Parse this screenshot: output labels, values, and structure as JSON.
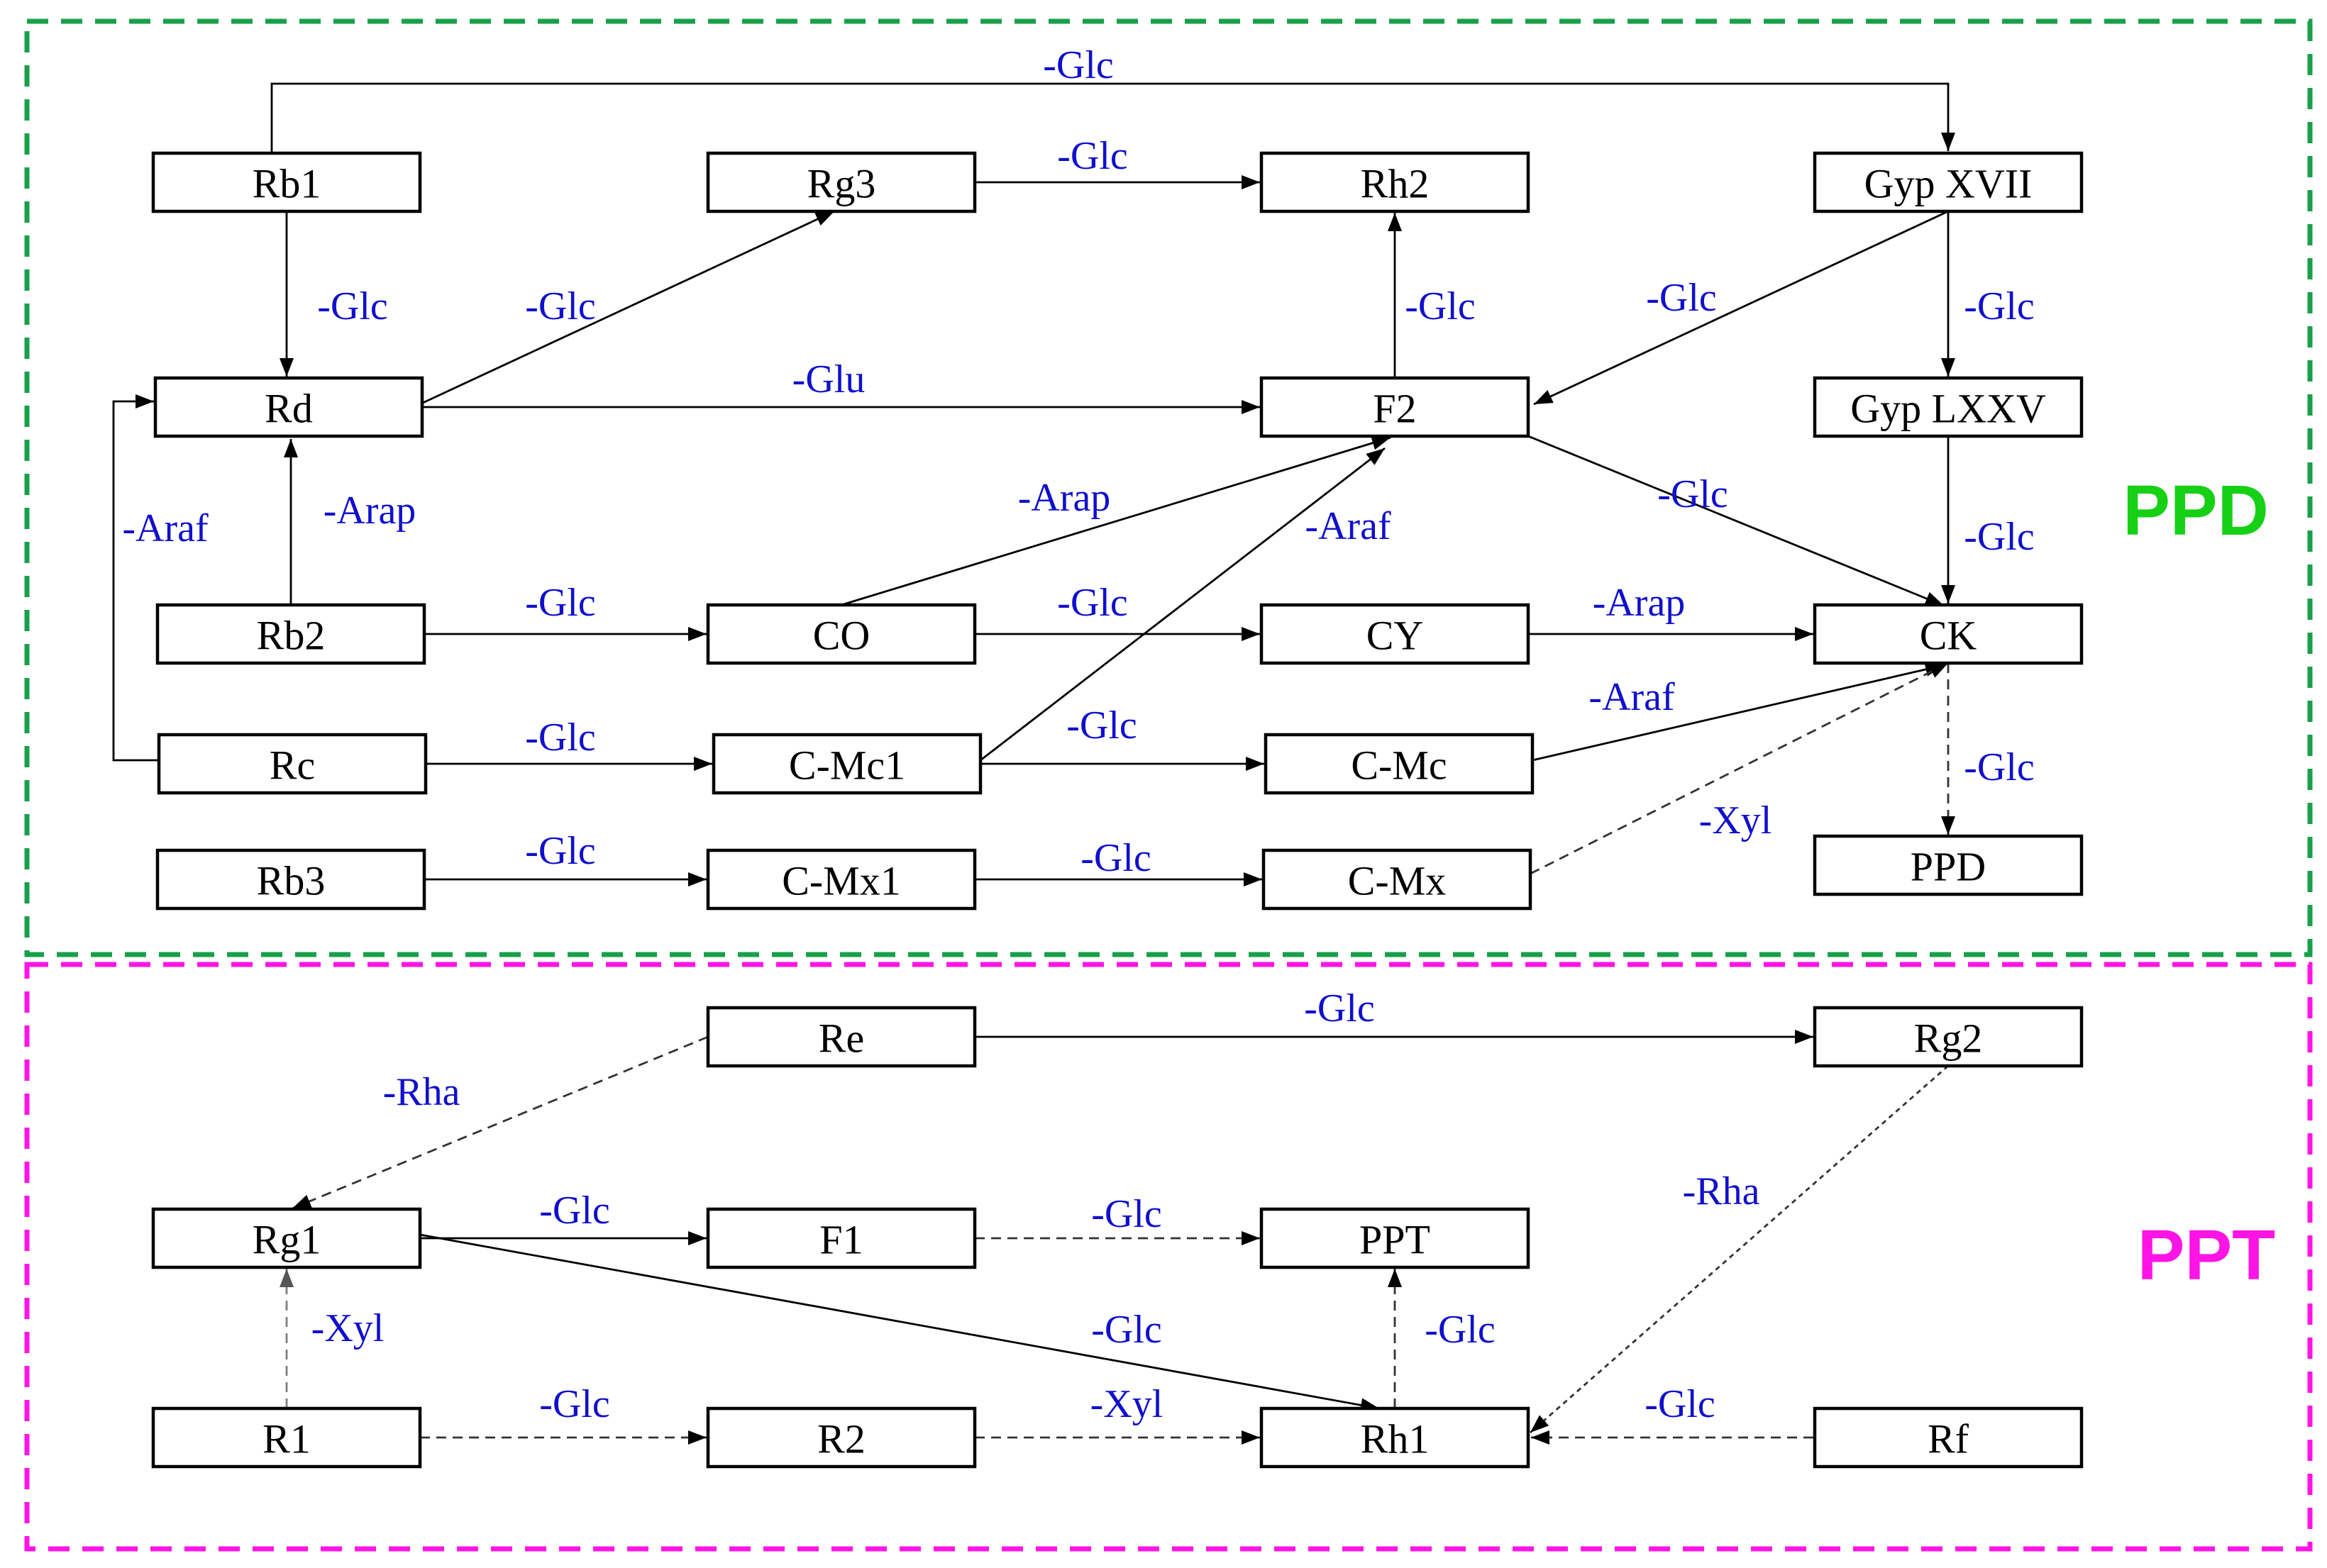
{
  "colors": {
    "ppd_frame": "#18a04a",
    "ppt_frame": "#ff14e6",
    "ppd_label": "#16d016",
    "ppt_label": "#ff14e6",
    "edge_label": "#1010cc",
    "edge_solid": "#000000",
    "edge_dashed": "#333333",
    "edge_dashed_light": "#808080"
  },
  "regions": [
    {
      "id": "ppd",
      "label": "PPD"
    },
    {
      "id": "ppt",
      "label": "PPT"
    }
  ],
  "nodes": [
    {
      "id": "Rb1",
      "label": "Rb1"
    },
    {
      "id": "Rg3",
      "label": "Rg3"
    },
    {
      "id": "Rh2",
      "label": "Rh2"
    },
    {
      "id": "GypXVII",
      "label": "Gyp XVII"
    },
    {
      "id": "Rd",
      "label": "Rd"
    },
    {
      "id": "F2",
      "label": "F2"
    },
    {
      "id": "GypLXXV",
      "label": "Gyp LXXV"
    },
    {
      "id": "Rb2",
      "label": "Rb2"
    },
    {
      "id": "CO",
      "label": "CO"
    },
    {
      "id": "CY",
      "label": "CY"
    },
    {
      "id": "CK",
      "label": "CK"
    },
    {
      "id": "Rc",
      "label": "Rc"
    },
    {
      "id": "CMc1",
      "label": "C-Mc1"
    },
    {
      "id": "CMc",
      "label": "C-Mc"
    },
    {
      "id": "Rb3",
      "label": "Rb3"
    },
    {
      "id": "CMx1",
      "label": "C-Mx1"
    },
    {
      "id": "CMx",
      "label": "C-Mx"
    },
    {
      "id": "PPD",
      "label": "PPD"
    },
    {
      "id": "Re",
      "label": "Re"
    },
    {
      "id": "Rg2",
      "label": "Rg2"
    },
    {
      "id": "Rg1",
      "label": "Rg1"
    },
    {
      "id": "F1",
      "label": "F1"
    },
    {
      "id": "PPT",
      "label": "PPT"
    },
    {
      "id": "R1",
      "label": "R1"
    },
    {
      "id": "R2",
      "label": "R2"
    },
    {
      "id": "Rh1",
      "label": "Rh1"
    },
    {
      "id": "Rf",
      "label": "Rf"
    }
  ],
  "edges": [
    {
      "id": "rb1-gypxvii",
      "from": "Rb1",
      "to": "GypXVII",
      "label": "-Glc",
      "style": "solid"
    },
    {
      "id": "rg3-rh2",
      "from": "Rg3",
      "to": "Rh2",
      "label": "-Glc",
      "style": "solid"
    },
    {
      "id": "rb1-rd",
      "from": "Rb1",
      "to": "Rd",
      "label": "-Glc",
      "style": "solid"
    },
    {
      "id": "rd-rg3",
      "from": "Rd",
      "to": "Rg3",
      "label": "-Glc",
      "style": "solid"
    },
    {
      "id": "f2-rh2",
      "from": "F2",
      "to": "Rh2",
      "label": "-Glc",
      "style": "solid"
    },
    {
      "id": "gypxvii-f2",
      "from": "GypXVII",
      "to": "F2",
      "label": "-Glc",
      "style": "solid"
    },
    {
      "id": "gypxvii-gyplxxv",
      "from": "GypXVII",
      "to": "GypLXXV",
      "label": "-Glc",
      "style": "solid"
    },
    {
      "id": "rd-f2",
      "from": "Rd",
      "to": "F2",
      "label": "-Glu",
      "style": "solid"
    },
    {
      "id": "rc-rd",
      "from": "Rc",
      "to": "Rd",
      "label": "-Araf",
      "style": "solid"
    },
    {
      "id": "rb2-rd",
      "from": "Rb2",
      "to": "Rd",
      "label": "-Arap",
      "style": "solid"
    },
    {
      "id": "co-f2",
      "from": "CO",
      "to": "F2",
      "label": "-Arap",
      "style": "solid"
    },
    {
      "id": "cmc1-f2",
      "from": "CMc1",
      "to": "F2",
      "label": "-Araf",
      "style": "solid"
    },
    {
      "id": "f2-ck",
      "from": "F2",
      "to": "CK",
      "label": "-Glc",
      "style": "solid"
    },
    {
      "id": "gyplxxv-ck",
      "from": "GypLXXV",
      "to": "CK",
      "label": "-Glc",
      "style": "solid"
    },
    {
      "id": "rb2-co",
      "from": "Rb2",
      "to": "CO",
      "label": "-Glc",
      "style": "solid"
    },
    {
      "id": "co-cy",
      "from": "CO",
      "to": "CY",
      "label": "-Glc",
      "style": "solid"
    },
    {
      "id": "cy-ck",
      "from": "CY",
      "to": "CK",
      "label": "-Arap",
      "style": "solid"
    },
    {
      "id": "rc-cmc1",
      "from": "Rc",
      "to": "CMc1",
      "label": "-Glc",
      "style": "solid"
    },
    {
      "id": "cmc1-cmc",
      "from": "CMc1",
      "to": "CMc",
      "label": "-Glc",
      "style": "solid"
    },
    {
      "id": "cmc-ck",
      "from": "CMc",
      "to": "CK",
      "label": "-Araf",
      "style": "solid"
    },
    {
      "id": "ck-ppd",
      "from": "CK",
      "to": "PPD",
      "label": "-Glc",
      "style": "dashed"
    },
    {
      "id": "cmx-ck",
      "from": "CMx",
      "to": "CK",
      "label": "-Xyl",
      "style": "dashed"
    },
    {
      "id": "rb3-cmx1",
      "from": "Rb3",
      "to": "CMx1",
      "label": "-Glc",
      "style": "solid"
    },
    {
      "id": "cmx1-cmx",
      "from": "CMx1",
      "to": "CMx",
      "label": "-Glc",
      "style": "solid"
    },
    {
      "id": "re-rg2",
      "from": "Re",
      "to": "Rg2",
      "label": "-Glc",
      "style": "solid"
    },
    {
      "id": "re-rg1",
      "from": "Re",
      "to": "Rg1",
      "label": "-Rha",
      "style": "dashed"
    },
    {
      "id": "rg2-rh1",
      "from": "Rg2",
      "to": "Rh1",
      "label": "-Rha",
      "style": "dotted"
    },
    {
      "id": "rg1-f1",
      "from": "Rg1",
      "to": "F1",
      "label": "-Glc",
      "style": "solid"
    },
    {
      "id": "f1-ppt",
      "from": "F1",
      "to": "PPT",
      "label": "-Glc",
      "style": "dashed"
    },
    {
      "id": "r1-rg1",
      "from": "R1",
      "to": "Rg1",
      "label": "-Xyl",
      "style": "dashed-light"
    },
    {
      "id": "rg1-rh1",
      "from": "Rg1",
      "to": "Rh1",
      "label": "-Glc",
      "style": "solid"
    },
    {
      "id": "rh1-ppt",
      "from": "Rh1",
      "to": "PPT",
      "label": "-Glc",
      "style": "dashed"
    },
    {
      "id": "r1-r2",
      "from": "R1",
      "to": "R2",
      "label": "-Glc",
      "style": "dashed"
    },
    {
      "id": "r2-rh1",
      "from": "R2",
      "to": "Rh1",
      "label": "-Xyl",
      "style": "dashed"
    },
    {
      "id": "rf-rh1",
      "from": "Rf",
      "to": "Rh1",
      "label": "-Glc",
      "style": "dashed"
    }
  ]
}
